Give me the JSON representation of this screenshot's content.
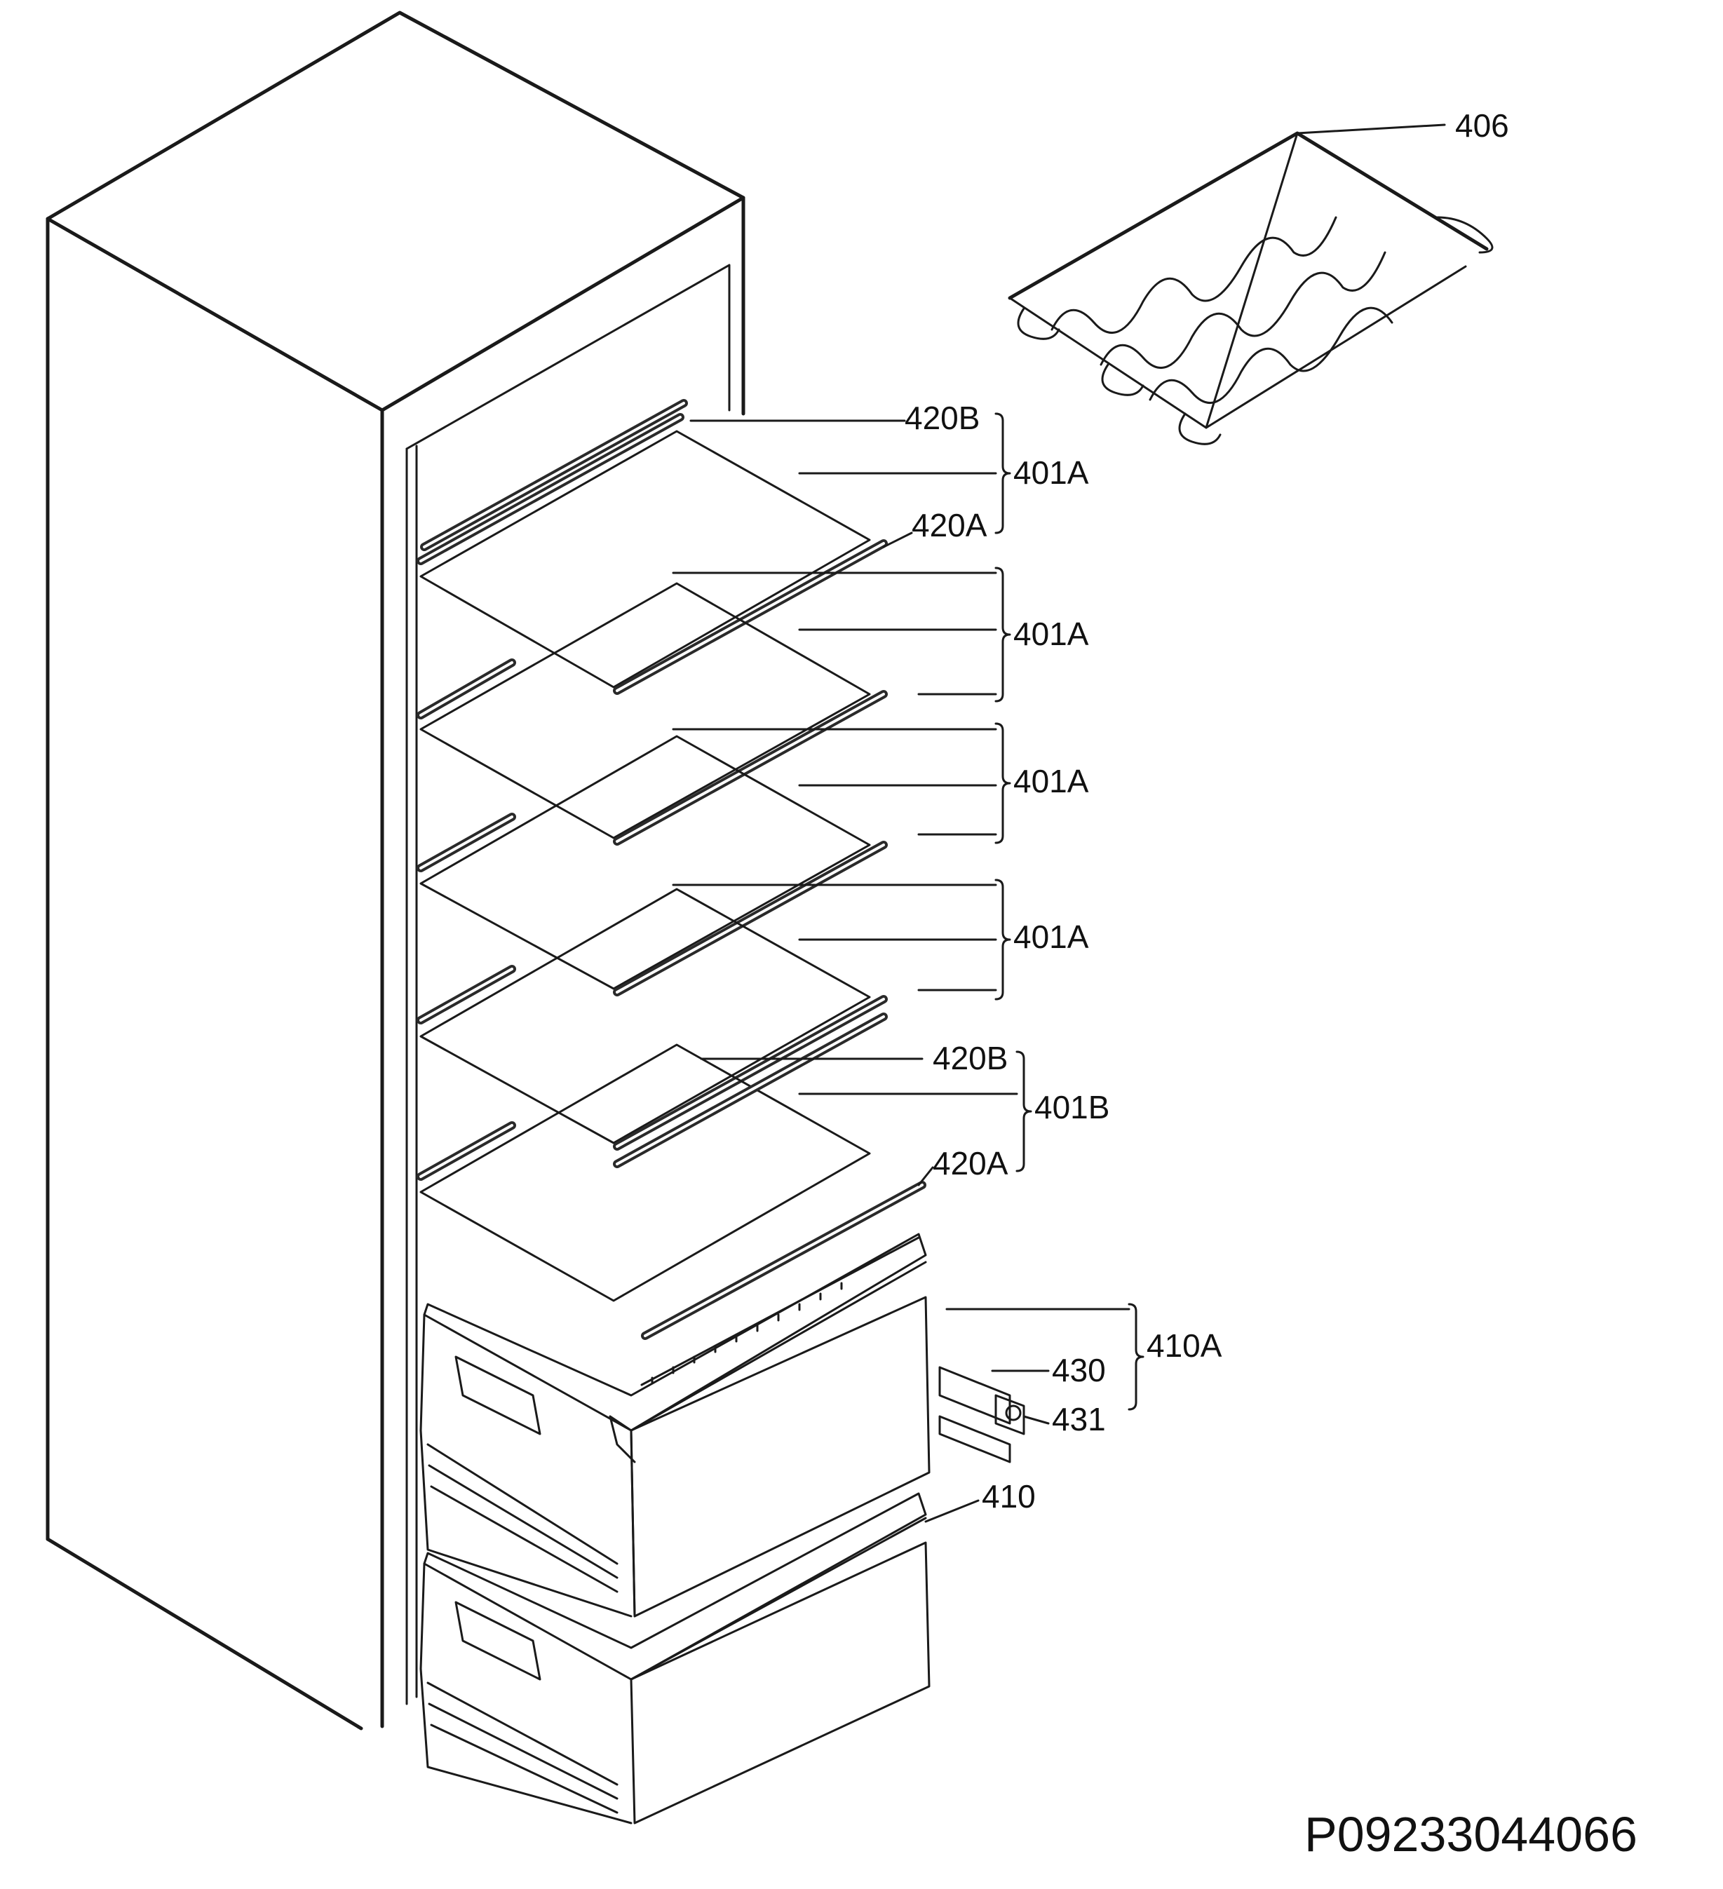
{
  "labels": {
    "rack": "406",
    "shelf_top_back_strip": "420B",
    "shelf_top_group": "401A",
    "shelf_top_front_strip": "420A",
    "shelf_2_group": "401A",
    "shelf_3_group": "401A",
    "shelf_4_group": "401A",
    "shelf_bottom_back_strip": "420B",
    "shelf_bottom_group": "401B",
    "shelf_bottom_front_strip": "420A",
    "drawer_upper_group": "410A",
    "drawer_rail": "430",
    "drawer_rail_cap": "431",
    "drawer_lower": "410"
  },
  "drawing_code": "P09233044066",
  "colors": {
    "line": "#1a1a1a",
    "background": "#ffffff"
  }
}
